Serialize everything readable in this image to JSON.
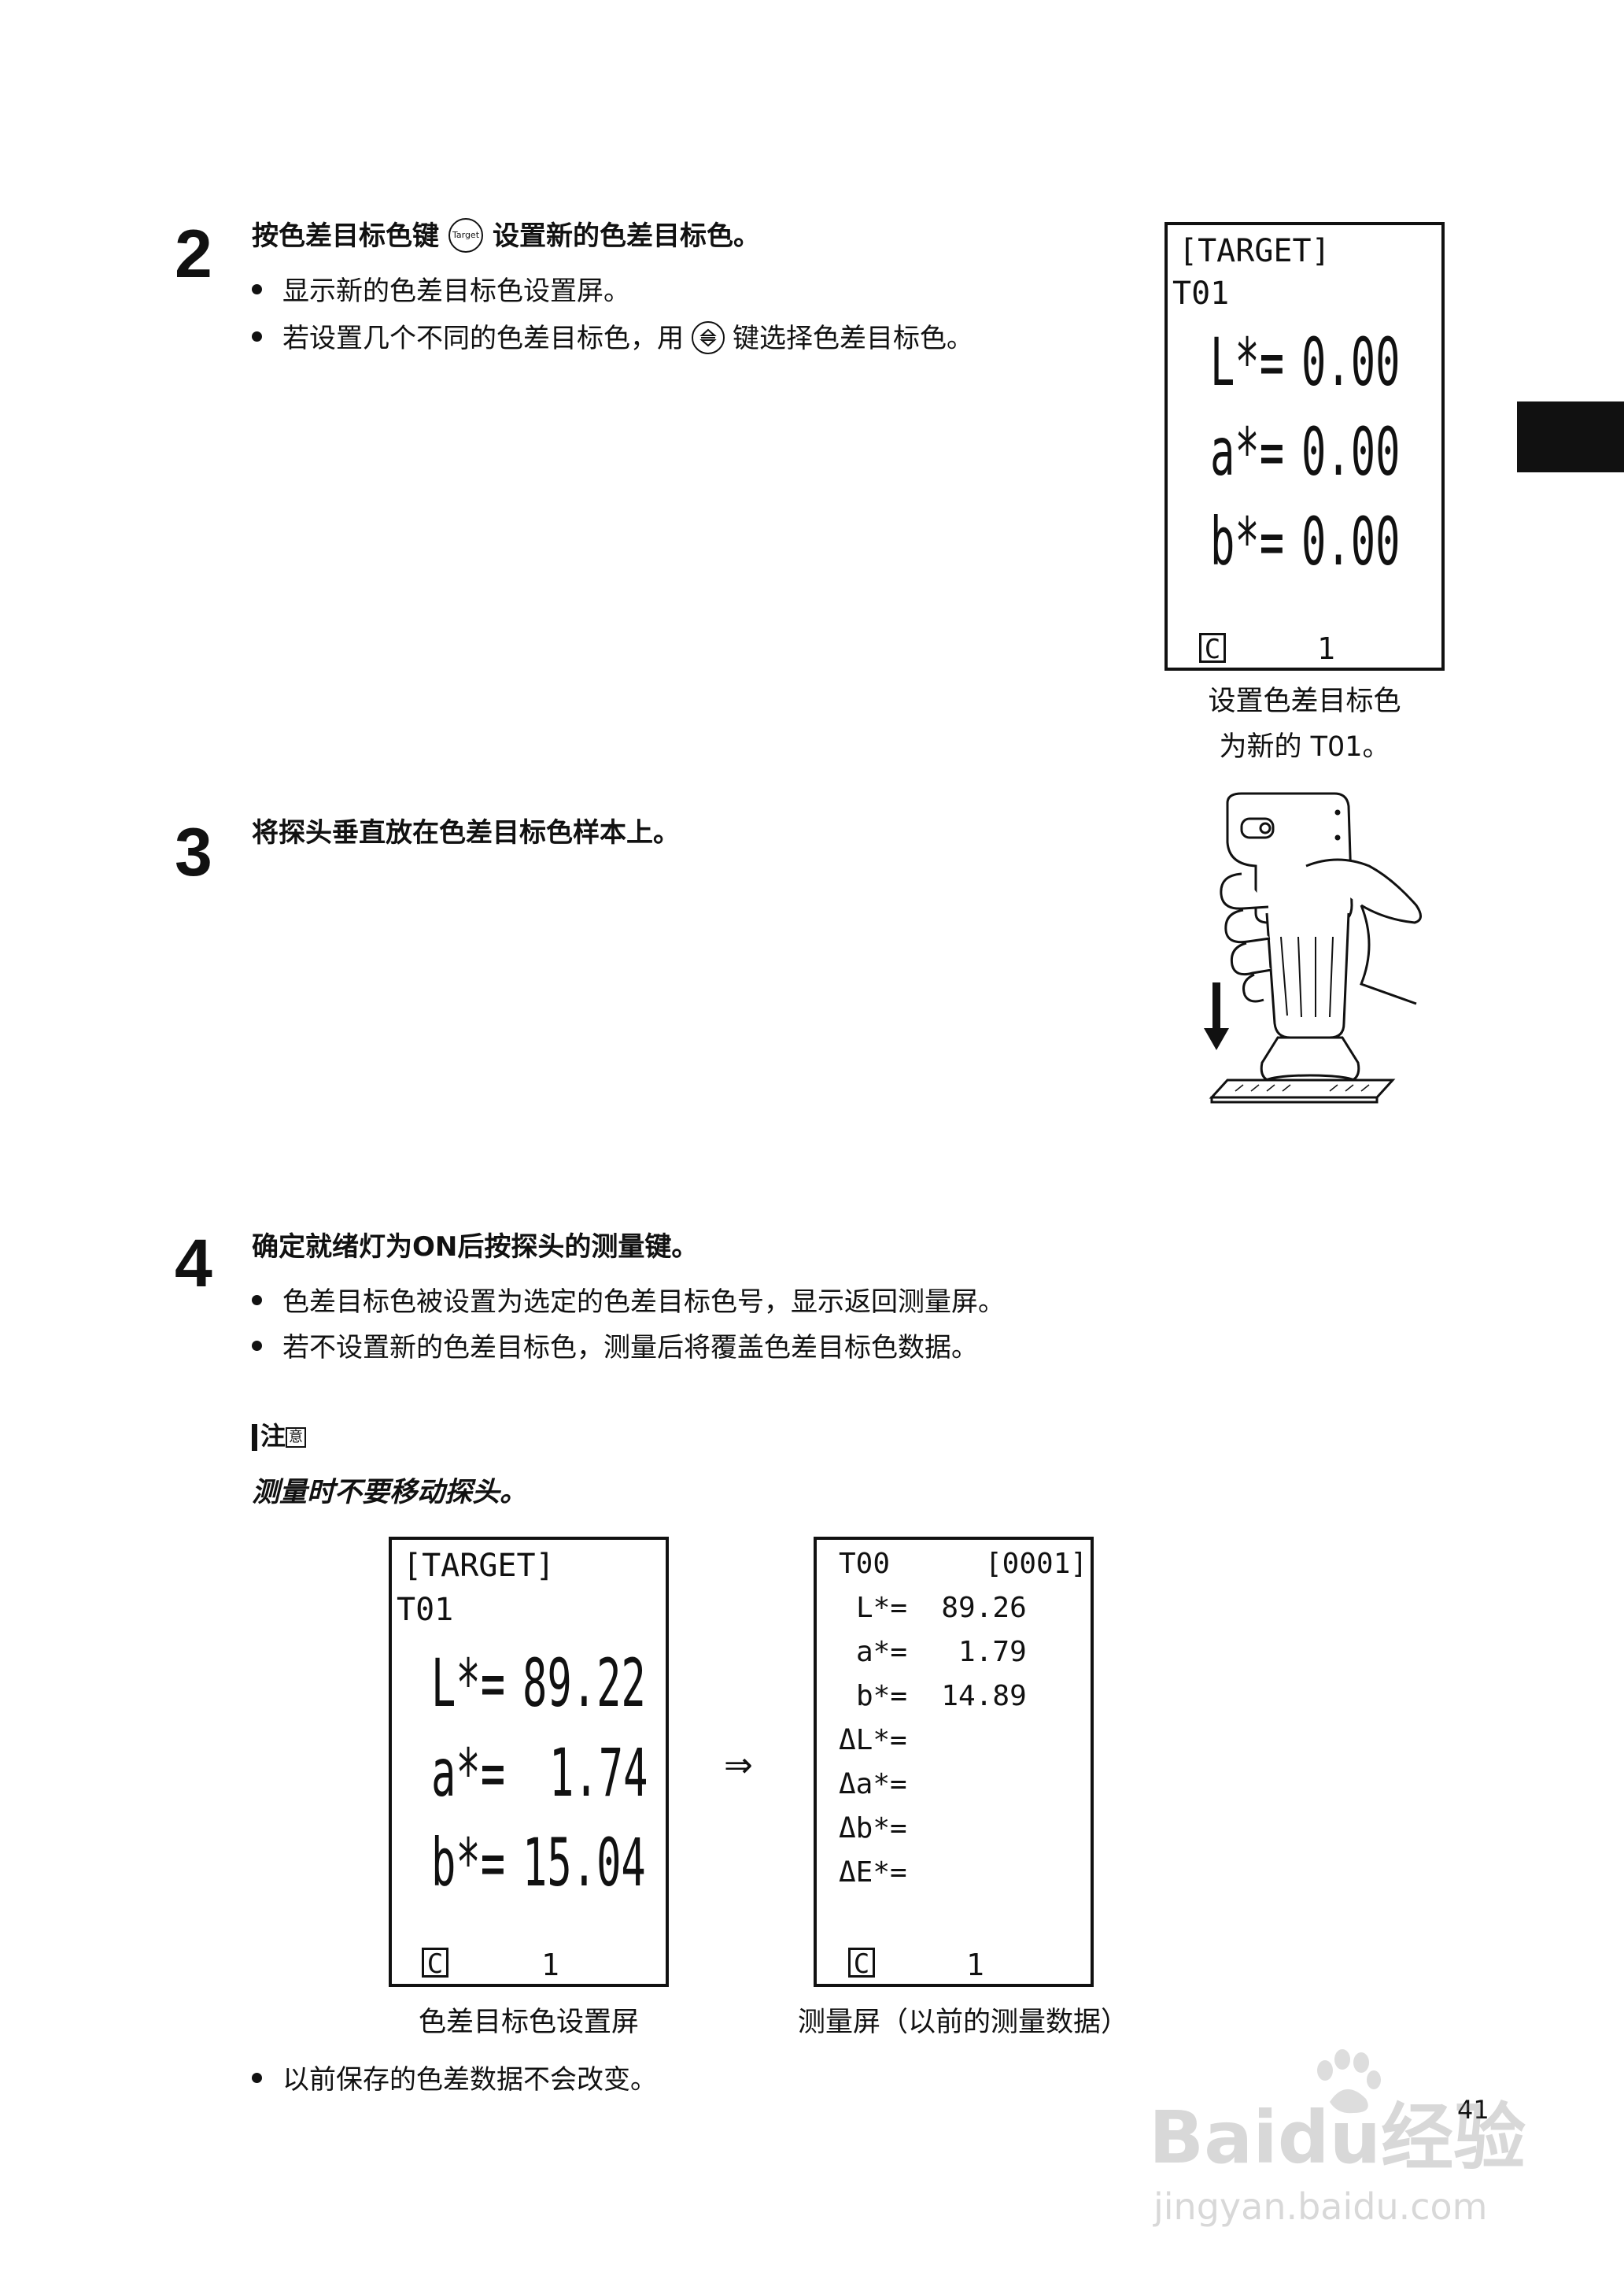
{
  "step2": {
    "num": "2",
    "title_a": "按色差目标色键",
    "key_label": "Target",
    "title_b": "设置新的色差目标色。",
    "bullet1": "显示新的色差目标色设置屏。",
    "bullet2_a": "若设置几个不同的色差目标色，用",
    "bullet2_b": "键选择色差目标色。",
    "lcd": {
      "header": "[TARGET]",
      "id": "T01",
      "l_label": "L*=",
      "l_value": "0.00",
      "a_label": "a*=",
      "a_value": "0.00",
      "b_label": "b*=",
      "b_value": "0.00",
      "c_badge": "C",
      "page": "1"
    },
    "caption_line1": "设置色差目标色",
    "caption_line2": "为新的 T01。"
  },
  "step3": {
    "num": "3",
    "title": "将探头垂直放在色差目标色样本上。"
  },
  "step4": {
    "num": "4",
    "title": "确定就绪灯为ON后按探头的测量键。",
    "bullet1": "色差目标色被设置为选定的色差目标色号，显示返回测量屏。",
    "bullet2": "若不设置新的色差目标色，测量后将覆盖色差目标色数据。"
  },
  "note": {
    "label": "注",
    "label_small": "意",
    "text": "测量时不要移动探头。"
  },
  "lcd_target": {
    "header": "[TARGET]",
    "id": "T01",
    "l_label": "L*=",
    "l_value": "89.22",
    "a_label": "a*=",
    "a_value": "1.74",
    "b_label": "b*=",
    "b_value": "15.04",
    "c_badge": "C",
    "page": "1",
    "caption": "色差目标色设置屏"
  },
  "arrow": "⇒",
  "lcd_measure": {
    "header_id": "T00",
    "header_count": "[0001]",
    "l_line": "L*=  89.26",
    "a_line": "a*=   1.79",
    "b_line": "b*=  14.89",
    "dl_line": "ΔL*=",
    "da_line": "Δa*=",
    "db_line": "Δb*=",
    "de_line": "ΔE*=",
    "c_badge": "C",
    "page": "1",
    "caption": "测量屏（以前的测量数据）"
  },
  "final_bullet": "以前保存的色差数据不会改变。",
  "page_number": "41",
  "watermark": {
    "brand": "Baidu经验",
    "url": "jingyan.baidu.com"
  }
}
